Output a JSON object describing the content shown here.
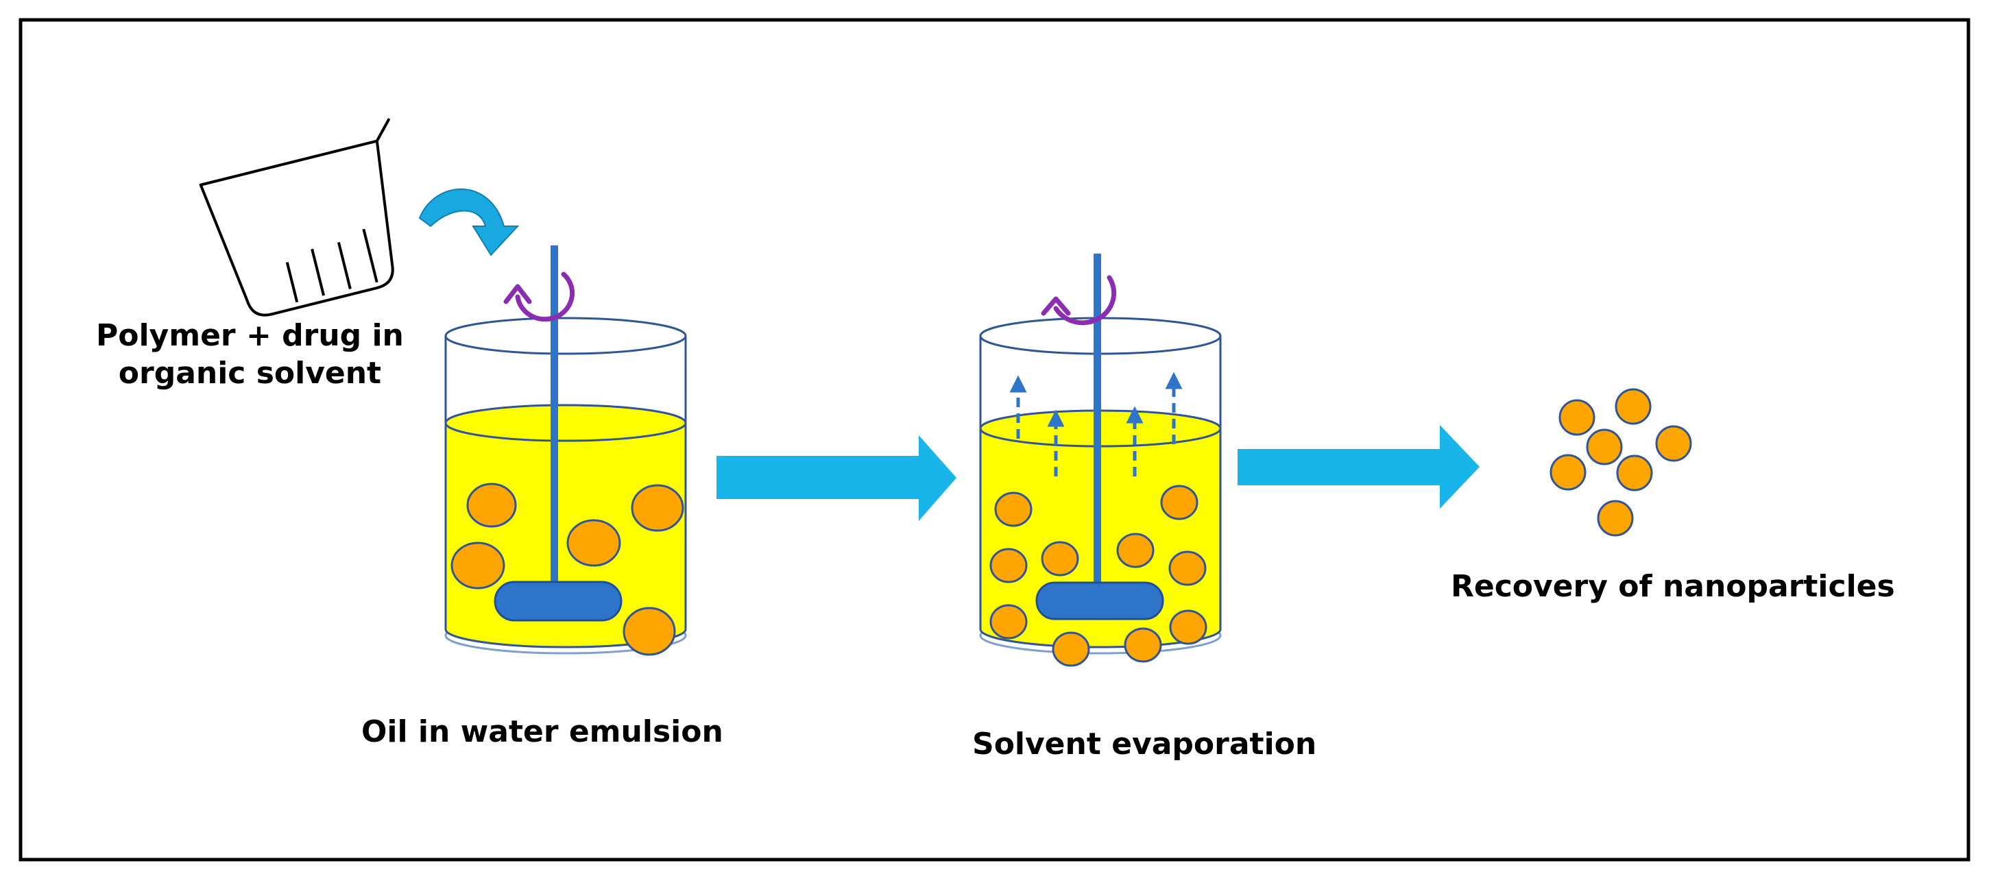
{
  "labels": {
    "polymer_line1": "Polymer + drug in",
    "polymer_line2": "organic solvent",
    "emulsion": "Oil in water emulsion",
    "evaporation": "Solvent evaporation",
    "recovery": "Recovery of nanoparticles"
  },
  "colors": {
    "frame": "#000000",
    "liquid": "#ffff00",
    "liquid_edge": "#c8c800",
    "beaker_outline": "#2f5597",
    "stirrer": "#2e75c9",
    "particle_fill": "#ffa500",
    "particle_edge": "#2f5597",
    "process_arrow": "#19b4ea",
    "pour_arrow": "#19a8e0",
    "rotation_arrow": "#8b2db3",
    "vapor_arrow": "#2e75c9",
    "pouring_beaker": "#000000"
  },
  "icons": {
    "pouring_beaker": "pouring-beaker-icon",
    "pour": "curved-arrow-icon",
    "rotation": "rotation-arrow-icon",
    "process": "right-arrow-icon",
    "vapor": "dashed-up-arrow-icon"
  }
}
